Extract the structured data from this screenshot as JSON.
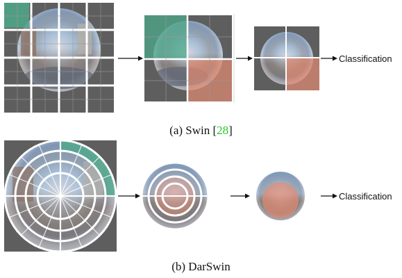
{
  "top_row": {
    "classification_label": "Classification",
    "caption": {
      "prefix": "(a) Swin [",
      "ref": "28",
      "suffix": "]"
    }
  },
  "bottom_row": {
    "classification_label": "Classification",
    "caption": "(b) DarSwin"
  },
  "colors": {
    "frame_gray": "#5e5e5e",
    "patch_line": "#ffffff",
    "highlight_green": "#4fa88a",
    "highlight_salmon": "#e38a72",
    "arrow": "#111111"
  }
}
